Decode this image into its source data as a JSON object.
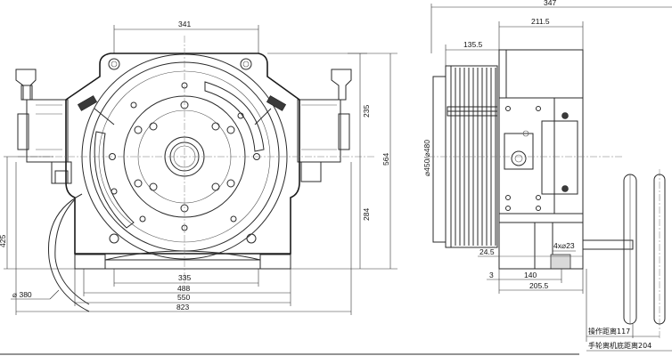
{
  "front_view": {
    "dim_top_341": "341",
    "dim_235": "235",
    "dim_564": "564",
    "dim_284": "284",
    "dim_425": "425",
    "dim_335": "335",
    "dim_488": "488",
    "dim_550": "550",
    "dim_823": "823",
    "dim_rope_dia": "⌀ 380"
  },
  "side_view": {
    "dim_347": "347",
    "dim_211_5": "211.5",
    "dim_135_5": "135.5",
    "dim_sheave_dia": "⌀450/⌀480",
    "dim_holes": "4x⌀23",
    "dim_24_5": "24.5",
    "dim_3": "3",
    "dim_140": "140",
    "dim_205_5": "205.5",
    "note_operating_distance": "操作距离117",
    "note_handwheel_distance": "手轮离机底距离204"
  }
}
